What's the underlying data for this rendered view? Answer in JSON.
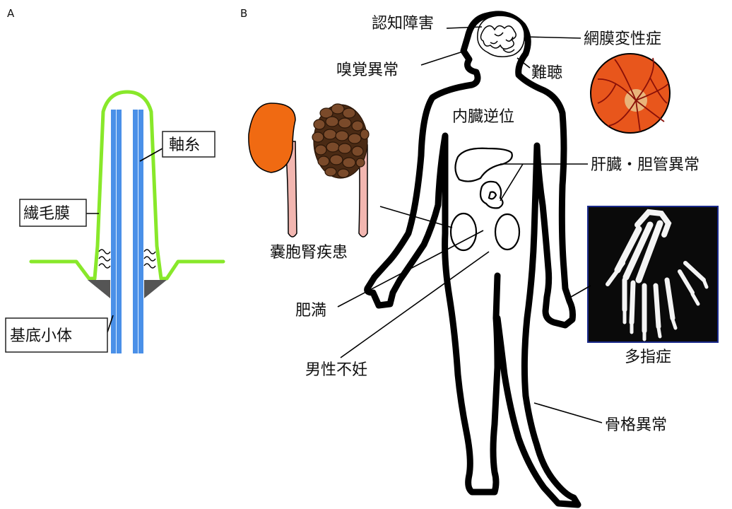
{
  "panels": {
    "a": "A",
    "b": "B"
  },
  "cilium": {
    "axoneme": "軸糸",
    "ciliary_membrane": "繊毛膜",
    "basal_body": "基底小体"
  },
  "symptoms": {
    "cognitive": "認知障害",
    "retinal": "網膜変性症",
    "olfactory": "嗅覚異常",
    "hearing": "難聴",
    "situs": "内臓逆位",
    "liver": "肝臓・胆管異常",
    "kidney": "嚢胞腎疾患",
    "obesity": "肥満",
    "infertility": "男性不妊",
    "polydactyly": "多指症",
    "skeletal": "骨格異常"
  },
  "colors": {
    "membrane": "#88e82a",
    "axoneme": "#4a90e8",
    "kidney_normal": "#f06a12",
    "kidney_cystic": "#7a4a2a",
    "ureter": "#f2b6b0",
    "retina": "#e8561c",
    "xray_bg": "#0a0a0a",
    "xray_border": "#1a2a8a"
  }
}
